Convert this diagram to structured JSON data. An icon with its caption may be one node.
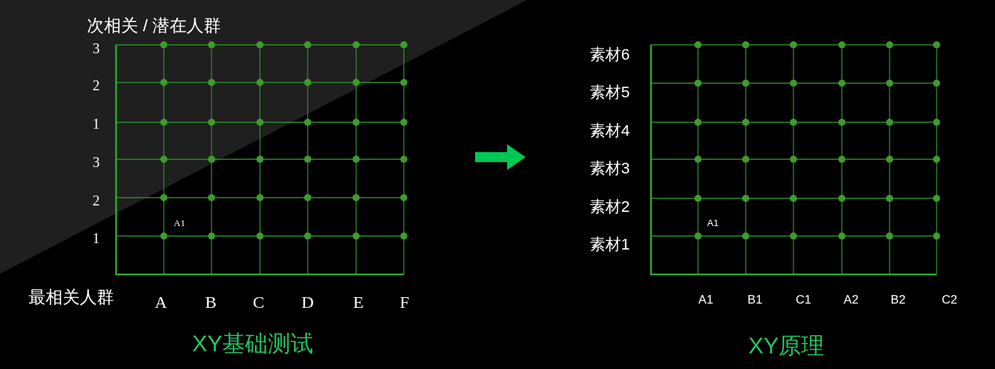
{
  "diagram": {
    "labels": [
      "次相关 / 潜在人群",
      "3",
      "2",
      "1",
      "3",
      "2",
      "1",
      "A1",
      "最相关人群",
      "A",
      "B",
      "C",
      "D",
      "E",
      "F",
      "XY基础测试",
      "素材6",
      "素材5",
      "素材4",
      "素材3",
      "素材2",
      "素材1",
      "A1",
      "A1",
      "B1",
      "C1",
      "A2",
      "B2",
      "C2",
      "XY原理"
    ]
  }
}
